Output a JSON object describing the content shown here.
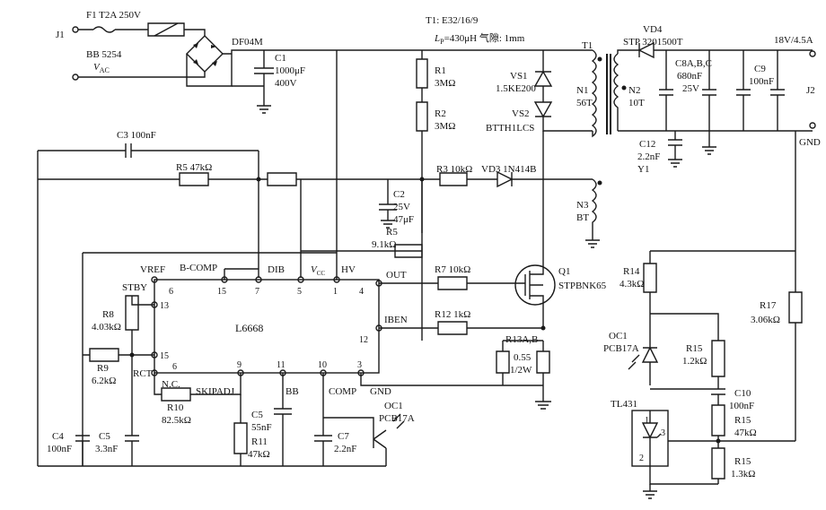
{
  "header": {
    "fuse": "F1  T2A 250V",
    "transformer_core": "T1: E32/16/9",
    "transformer_lp": "L",
    "transformer_lp_sub": "P",
    "transformer_lp_rest": "=430μH 气隙: 1mm"
  },
  "input": {
    "j1": "J1",
    "bb": "BB 5254",
    "vac": "V",
    "vac_sub": "AC",
    "bridge": "DF04M",
    "c1": [
      "C1",
      "1000μF",
      "400V"
    ]
  },
  "ic": {
    "name": "L6668",
    "pin_names": {
      "vref": "VREF",
      "bcomp": "B-COMP",
      "dib": "DIB",
      "vcc": "V",
      "vcc_sub": "CC",
      "hv": "HV",
      "stby": "STBY",
      "out": "OUT",
      "iben": "IBEN",
      "rct": "RCT",
      "nc": "N.C.",
      "skipadj": "SKIPADJ",
      "bb": "BB",
      "comp": "COMP",
      "gnd": "GND"
    },
    "pins": {
      "p6a": "6",
      "p15a": "15",
      "p7": "7",
      "p5": "5",
      "p1": "1",
      "p4": "4",
      "p13": "13",
      "p15b": "15",
      "p12": "12",
      "p6b": "6",
      "p9": "9",
      "p11": "11",
      "p10": "10",
      "p3": "3"
    }
  },
  "components": {
    "c3": "C3 100nF",
    "r5a": "R5 47kΩ",
    "r1": [
      "R1",
      "3MΩ"
    ],
    "r2": [
      "R2",
      "3MΩ"
    ],
    "c2": [
      "C2",
      "25V",
      "47μF"
    ],
    "r5b": [
      "R5",
      "9.1kΩ"
    ],
    "r3": "R3 10kΩ",
    "vd3": "VD3 1N414B",
    "vs1": [
      "VS1",
      "1.5KE200"
    ],
    "vs2": [
      "VS2",
      "BTTH1LCS"
    ],
    "t1": "T1",
    "n1": [
      "N1",
      "56T"
    ],
    "n2": [
      "N2",
      "10T"
    ],
    "n3": [
      "N3",
      "BT"
    ],
    "vd4": [
      "VD4",
      "STP 3201500T"
    ],
    "c8": [
      "C8A,B,C",
      "680nF",
      "25V"
    ],
    "c9": [
      "C9",
      "100nF"
    ],
    "c12": [
      "C12",
      "2.2nF",
      "Y1"
    ],
    "out_rating": "18V/4.5A",
    "j2": "J2",
    "gnd": "GND",
    "r7": "R7 10kΩ",
    "q1": [
      "Q1",
      "STPBNK65"
    ],
    "r12": "R12 1kΩ",
    "r13": [
      "R13A,B",
      "0.55",
      "1/2W"
    ],
    "r8": [
      "R8",
      "4.03kΩ"
    ],
    "r9": [
      "R9",
      "6.2kΩ"
    ],
    "r10": [
      "R10",
      "82.5kΩ"
    ],
    "c4": [
      "C4",
      "100nF"
    ],
    "c5a": [
      "C5",
      "3.3nF"
    ],
    "c5b": [
      "C5",
      "55nF"
    ],
    "r11": [
      "R11",
      "47kΩ"
    ],
    "c7": [
      "C7",
      "2.2nF"
    ],
    "oc1a": [
      "OC1",
      "PCB17A"
    ],
    "r14": [
      "R14",
      "4.3kΩ"
    ],
    "oc1b": [
      "OC1",
      "PCB17A"
    ],
    "r15a": [
      "R15",
      "1.2kΩ"
    ],
    "c10": [
      "C10",
      "100nF"
    ],
    "r15b": [
      "R15",
      "47kΩ"
    ],
    "r15c": [
      "R15",
      "1.3kΩ"
    ],
    "r17": [
      "R17",
      "3.06kΩ"
    ],
    "tl431": "TL431",
    "tl_pins": [
      "1",
      "2",
      "3"
    ]
  }
}
